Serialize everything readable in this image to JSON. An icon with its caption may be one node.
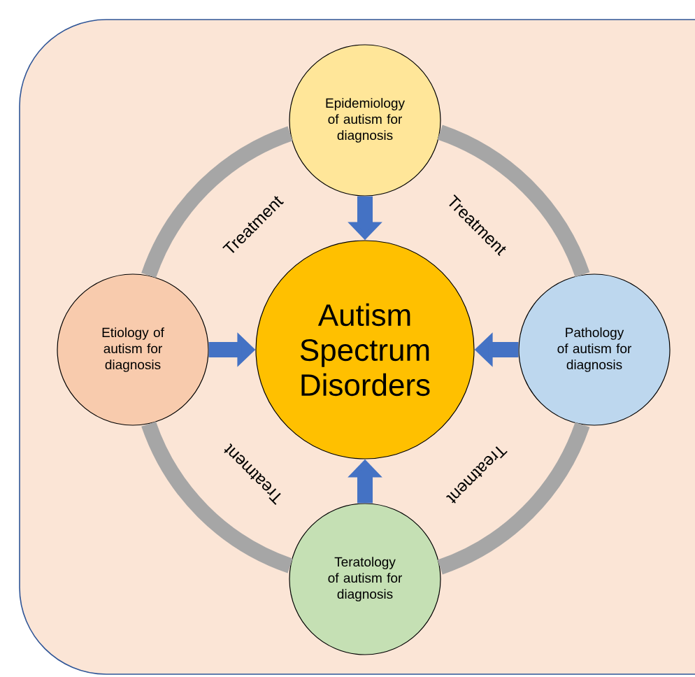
{
  "diagram": {
    "nodes": [
      {
        "text": [
          "Epidemiology of autism for diagnosis"
        ]
      },
      {
        "text": [
          "Etiology of autism for diagnosis"
        ]
      },
      {
        "text": [
          "Autism Spectrum Disorders"
        ]
      },
      {
        "text": [
          "Pathology of autism for diagnosis"
        ]
      },
      {
        "text": [
          "Teratology of autism for diagnosis"
        ]
      }
    ],
    "edges": [
      {
        "from": 0,
        "to": 2,
        "arrow": "to",
        "color": "#4472c4"
      },
      {
        "from": 1,
        "to": 2,
        "arrow": "to",
        "color": "#4472c4"
      },
      {
        "from": 3,
        "to": 2,
        "arrow": "to",
        "color": "#4472c4"
      },
      {
        "from": 4,
        "to": 2,
        "arrow": "to",
        "color": "#4472c4"
      },
      {
        "from": 0,
        "to": 1,
        "arrow": "none",
        "label": "Treatment",
        "color": "#a6a6a6"
      },
      {
        "from": 0,
        "to": 3,
        "arrow": "none",
        "label": "Treatment",
        "color": "#a6a6a6"
      },
      {
        "from": 1,
        "to": 4,
        "arrow": "none",
        "label": "Treatment",
        "color": "#a6a6a6"
      },
      {
        "from": 3,
        "to": 4,
        "arrow": "none",
        "label": "Treatment",
        "color": "#a6a6a6"
      }
    ]
  }
}
